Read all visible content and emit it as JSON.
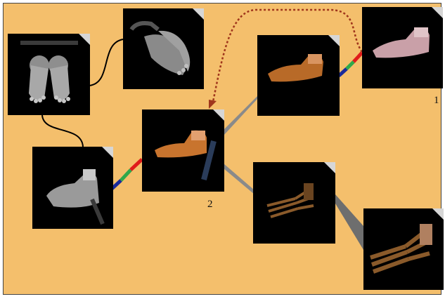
{
  "nodes": [
    {
      "id": "top-view",
      "render": "bone-gray-top"
    },
    {
      "id": "gray-side",
      "render": "bone-gray"
    },
    {
      "id": "gray-skin",
      "render": "bone-gray"
    },
    {
      "id": "orange-center",
      "render": "skin-orange",
      "label": "2"
    },
    {
      "id": "orange-upper",
      "render": "skin-orange"
    },
    {
      "id": "pink-skin",
      "render": "skin-pink",
      "label": "1"
    },
    {
      "id": "brown-bones",
      "render": "bone-brown"
    },
    {
      "id": "brown-closeup",
      "render": "bone-brown"
    }
  ],
  "colors": {
    "background": "#f4bf6c",
    "tile": "#000000",
    "link_black": "#000000",
    "link_gray": "#8a8a8a",
    "arrow": "#a0361c",
    "colormap": [
      "#1a2a9a",
      "#2fa84a",
      "#e01b1b"
    ],
    "skin_orange": "#c8742e",
    "skin_pink": "#c9a0a8",
    "bone_gray": "#b8b8b8",
    "bone_brown": "#8a5a2a"
  },
  "icons": {
    "corner": "page-corner-icon"
  }
}
